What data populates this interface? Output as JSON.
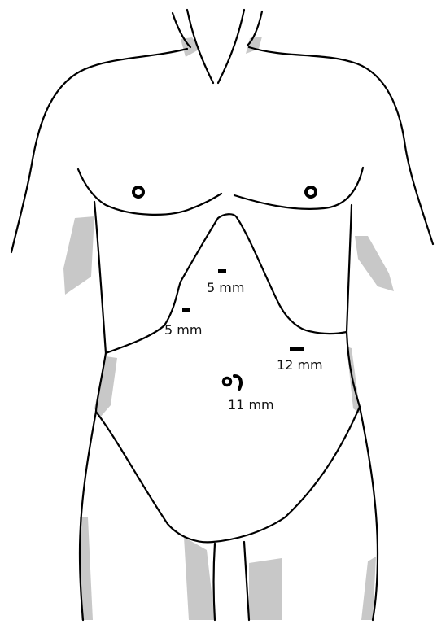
{
  "ports": [
    {
      "id": "port-upper",
      "label": "5 mm"
    },
    {
      "id": "port-left",
      "label": "5 mm"
    },
    {
      "id": "port-right",
      "label": "12 mm"
    },
    {
      "id": "port-umbilical",
      "label": "11 mm"
    }
  ],
  "colors": {
    "outline": "#000000",
    "shading": "#c8c8c8",
    "background": "#ffffff"
  }
}
